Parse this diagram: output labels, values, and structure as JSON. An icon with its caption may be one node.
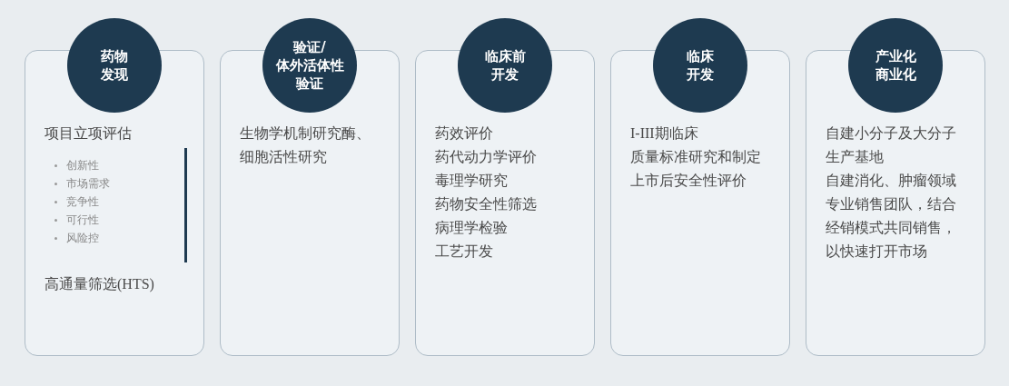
{
  "diagram": {
    "nodes": [
      {
        "text": [
          "药物发现"
        ]
      },
      {
        "text": [
          "项目立项评估",
          "创新性",
          "市场需求",
          "竞争性",
          "可行性",
          "风险控",
          "高通量筛选(HTS)"
        ]
      },
      {
        "text": [
          "验证/体外活体性验证"
        ]
      },
      {
        "text": [
          "生物学机制研究酶、细胞活性研究"
        ]
      },
      {
        "text": [
          "临床前开发"
        ]
      },
      {
        "text": [
          "药效评价",
          "药代动力学评价",
          "毒理学研究",
          "药物安全性筛选",
          "病理学检验",
          "工艺开发"
        ]
      },
      {
        "text": [
          "临床开发"
        ]
      },
      {
        "text": [
          "I-III期临床",
          "质量标准研究和制定",
          "上市后安全性评价"
        ]
      },
      {
        "text": [
          "产业化商业化"
        ]
      },
      {
        "text": [
          "自建小分子及大分子生产基地",
          "自建消化、肿瘤领域专业销售团队，结合经销模式共同销售，以快速打开市场"
        ]
      }
    ],
    "edges": []
  }
}
